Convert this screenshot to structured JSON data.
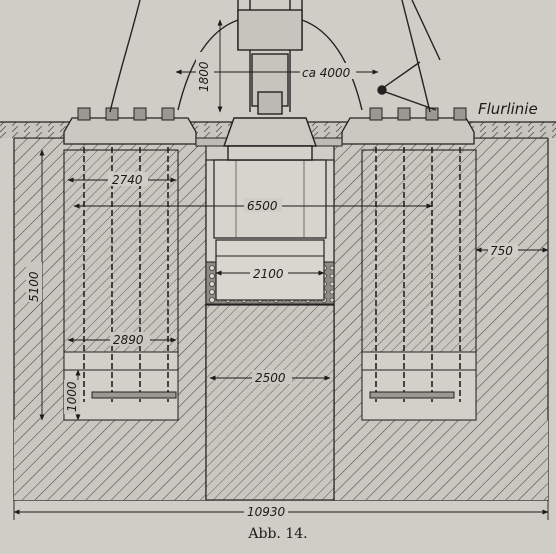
{
  "figure": {
    "ground_label": "Flurlinie",
    "caption": "Abb. 14.",
    "dimensions": {
      "d1800": "1800",
      "ca4000": "ca 4000",
      "d2740": "2740",
      "d6500": "6500",
      "d2100": "2100",
      "d750": "750",
      "d5100": "5100",
      "d2890": "2890",
      "d2500": "2500",
      "d1000": "1000",
      "d10930": "10930"
    }
  }
}
